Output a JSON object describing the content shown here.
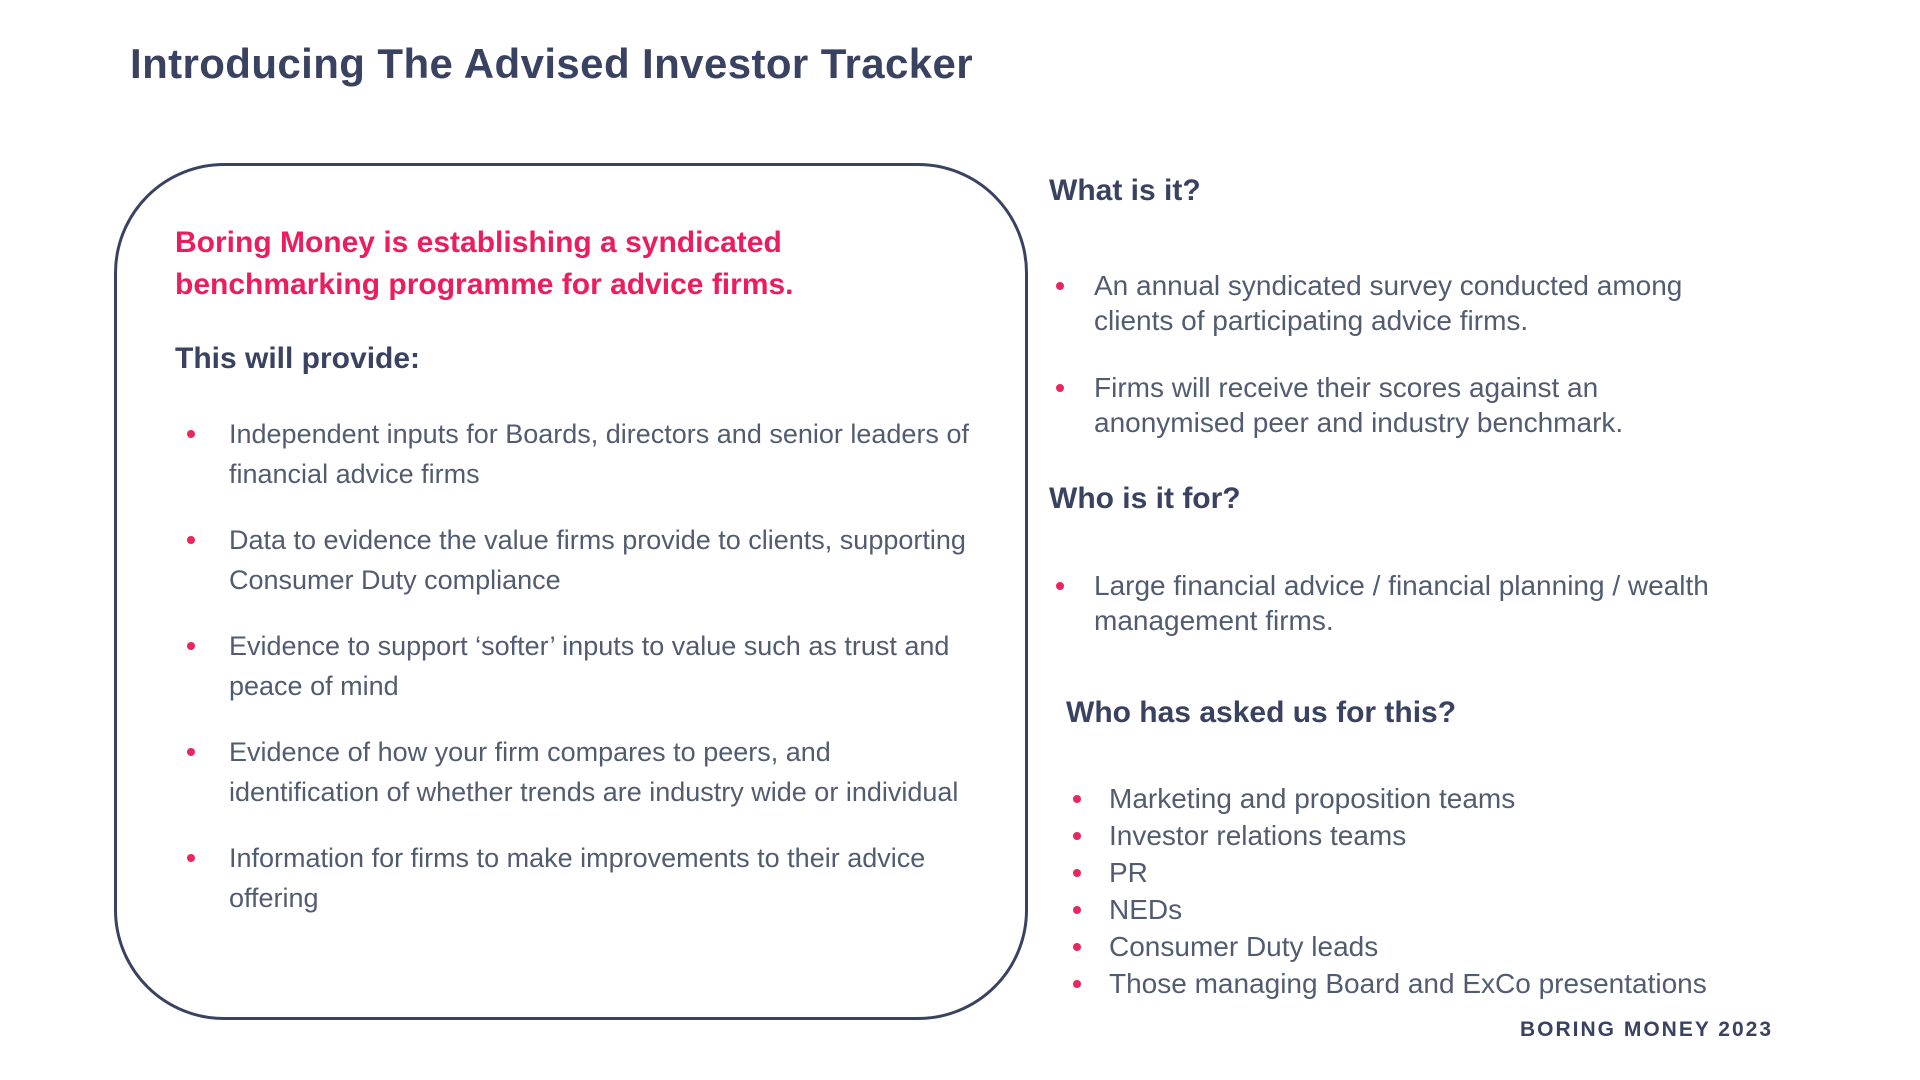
{
  "page": {
    "title": "Introducing The Advised Investor Tracker",
    "footer": "BORING MONEY 2023"
  },
  "colors": {
    "navy": "#3A4262",
    "pink": "#EC1D5F",
    "body_slate": "#525C71",
    "bullet_pink": "#E9265E",
    "background": "#FFFFFF"
  },
  "box": {
    "headline": "Boring Money is establishing a syndicated benchmarking programme for advice firms.",
    "subheading": "This will provide:",
    "bullets": [
      "Independent inputs for Boards, directors and senior leaders of financial advice firms",
      "Data to evidence the value firms provide to clients, supporting Consumer Duty compliance",
      "Evidence to support ‘softer’ inputs to value such as trust and peace of mind",
      "Evidence of how your firm compares to peers, and identification of whether trends are industry wide or individual",
      "Information for firms to make improvements to their advice offering"
    ]
  },
  "right": {
    "what": {
      "heading": "What is it?",
      "items": [
        "An annual syndicated survey conducted among clients of participating advice firms.",
        "Firms will receive their scores against an anonymised peer and industry benchmark."
      ]
    },
    "who_for": {
      "heading": "Who is it for?",
      "items": [
        "Large financial advice / financial planning / wealth management firms."
      ]
    },
    "who_asked": {
      "heading": "Who has asked us for this?",
      "items": [
        "Marketing and proposition teams",
        "Investor relations teams",
        "PR",
        "NEDs",
        "Consumer Duty leads",
        "Those managing Board and ExCo presentations"
      ]
    }
  }
}
